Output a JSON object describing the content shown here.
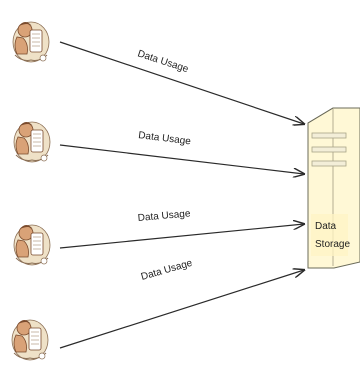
{
  "diagram": {
    "edges": [
      {
        "label": "Data Usage"
      },
      {
        "label": "Data Usage"
      },
      {
        "label": "Data Usage"
      },
      {
        "label": "Data Usage"
      }
    ],
    "storage": {
      "line1": "Data",
      "line2": "Storage"
    }
  },
  "colors": {
    "line": "#2a2a2a",
    "storage_fill": "#fff8d6",
    "storage_stroke": "#6b6b5a",
    "figure_skin": "#d9a277",
    "figure_dark": "#7a4b2d",
    "figure_robe": "#efe1c7"
  },
  "icons": {
    "user": "user-figure-icon",
    "server": "server-tower-icon"
  }
}
